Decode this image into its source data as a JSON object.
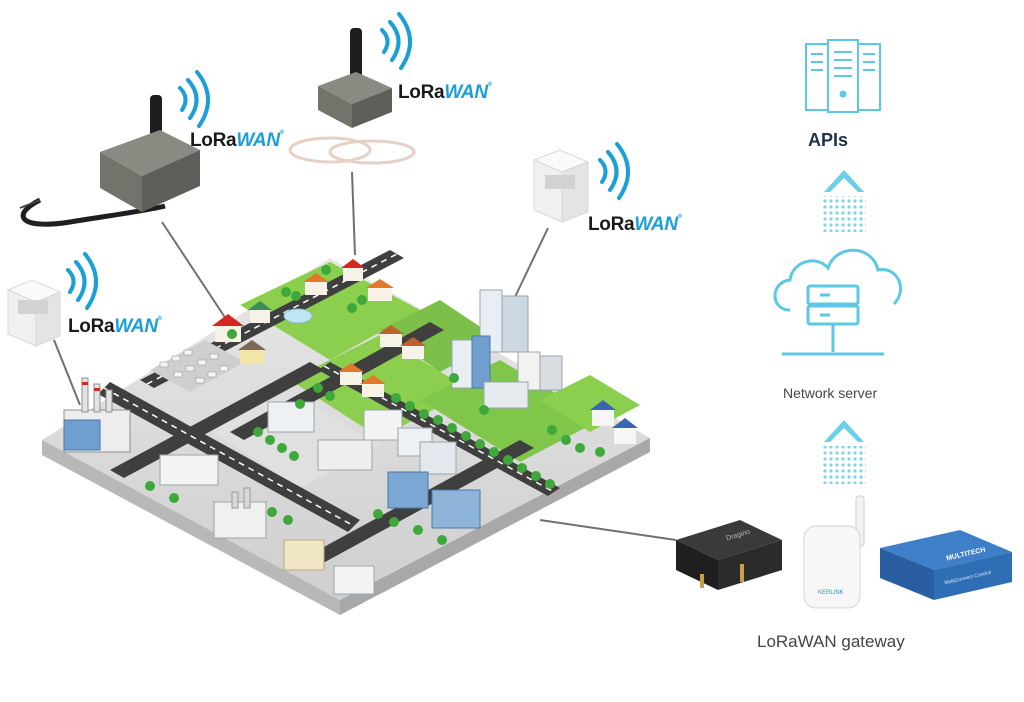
{
  "lorawan_logo": {
    "prefix": "LoRa",
    "suffix": "WAN",
    "mark": "®"
  },
  "labels": {
    "apis": "APIs",
    "network_server": "Network server",
    "gateway": "LoRaWAN gateway"
  },
  "gateway_devices": {
    "router_brand": "Dragino",
    "indoor_brand": "KERLINK",
    "multitech_brand": "MULTITECH",
    "multitech_model": "MultiConnect Conduit"
  },
  "icons": [
    "server-rack-icon",
    "cloud-server-icon",
    "up-arrow-icon",
    "wireless-signal-icon"
  ],
  "colors": {
    "accent": "#1a9fd8",
    "cloud": "#5bc8e6",
    "arrow": "#6ad0e8",
    "text_dark": "#22304f"
  }
}
